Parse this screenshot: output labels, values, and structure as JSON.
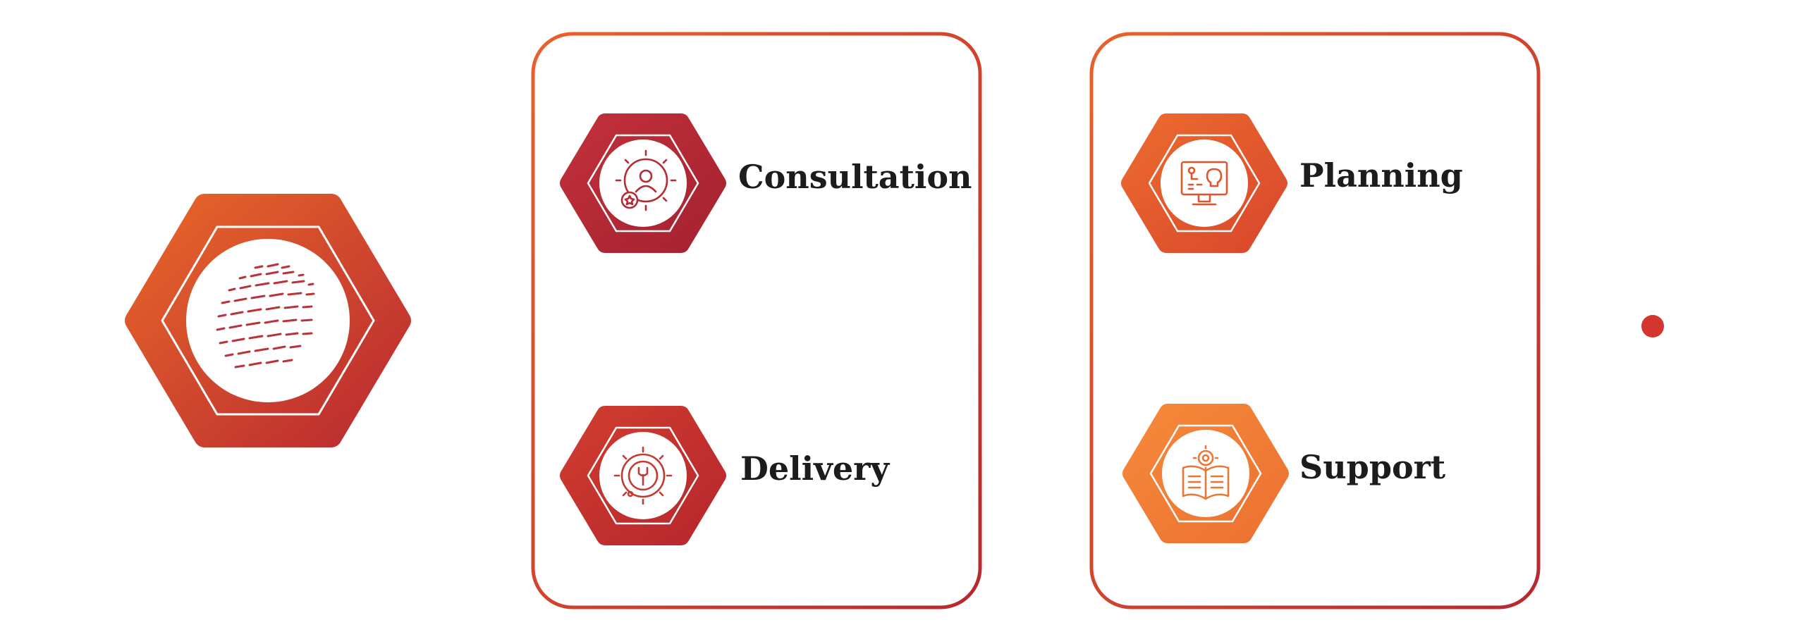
{
  "diagram": {
    "steps": [
      {
        "label": "Consultation",
        "icon": "consultation-gear-person-icon",
        "color": "#b52a33"
      },
      {
        "label": "Planning",
        "icon": "planning-monitor-bulb-icon",
        "color": "#e25a2e"
      },
      {
        "label": "Delivery",
        "icon": "delivery-gear-wrench-icon",
        "color": "#c93a2f"
      },
      {
        "label": "Support",
        "icon": "support-book-gear-icon",
        "color": "#f07d35"
      }
    ],
    "hub_icon": "globe-dots-icon",
    "colors": {
      "gradient_start": "#e8622b",
      "gradient_end": "#b8272f",
      "line": "#d2432f",
      "text": "#1c1c1c"
    }
  }
}
